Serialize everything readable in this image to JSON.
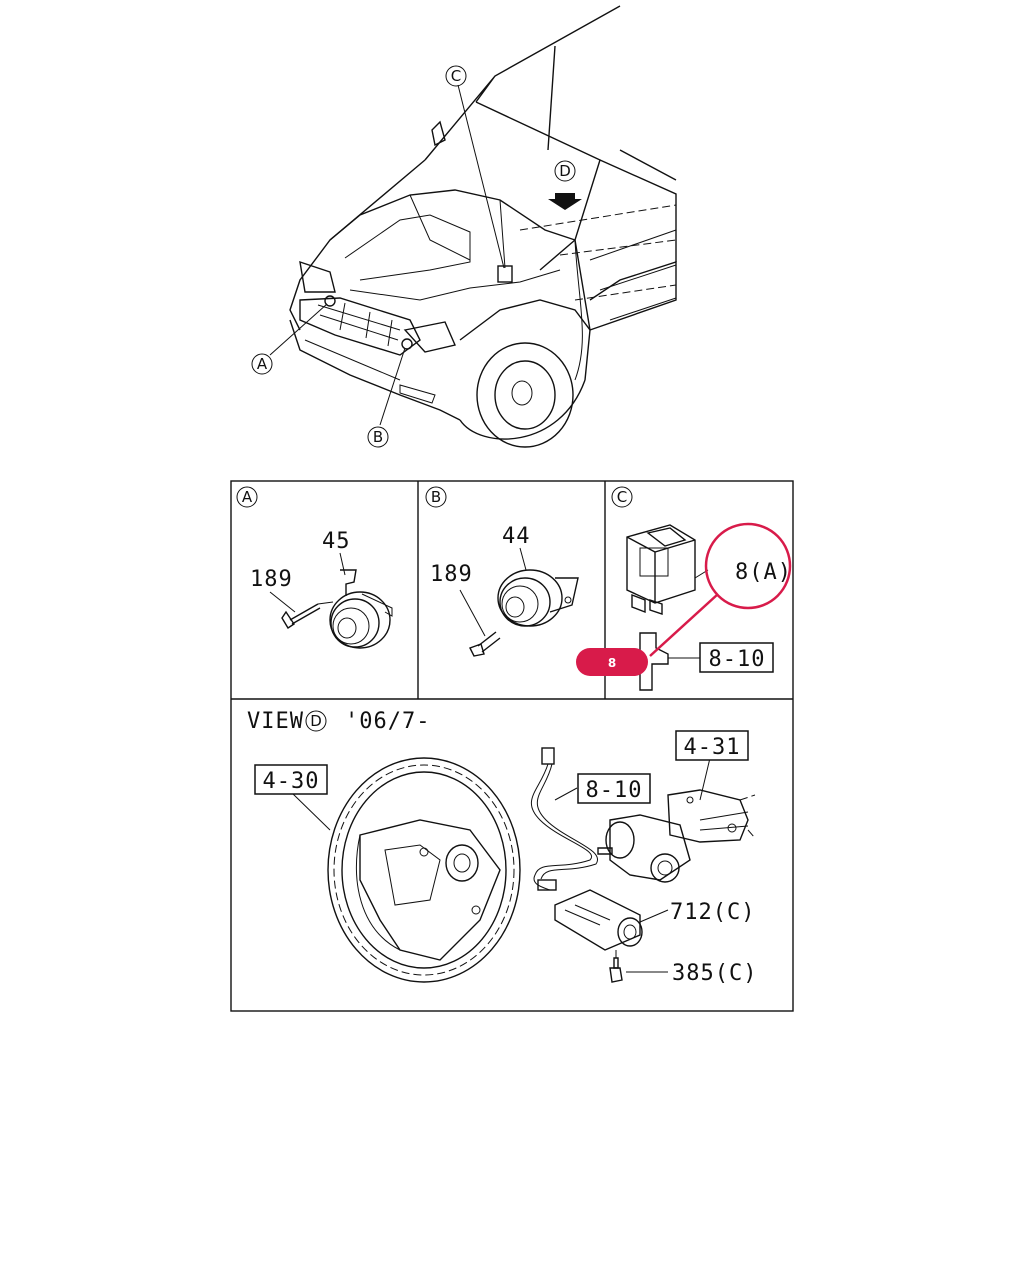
{
  "callouts": {
    "A": "A",
    "B": "B",
    "C": "C",
    "D": "D"
  },
  "panel_a": {
    "tag": "A",
    "part_top": "45",
    "part_left": "189"
  },
  "panel_b": {
    "tag": "B",
    "part_top": "44",
    "part_left": "189"
  },
  "panel_c": {
    "tag": "C",
    "part_upper": "8(A)",
    "part_lower": "8-10",
    "hotspot_label": "8",
    "hotspot_color": "#d81b4a"
  },
  "view_d": {
    "title": "VIEW",
    "view_tag": "D",
    "date": "'06/7-",
    "steering_wheel": "4-30",
    "column": "4-31",
    "harness": "8-10",
    "switch": "712(C)",
    "screw": "385(C)"
  }
}
